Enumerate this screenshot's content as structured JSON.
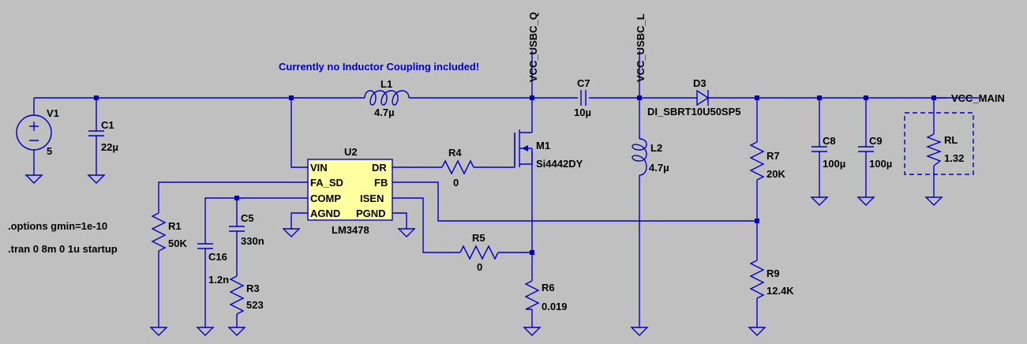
{
  "annotation": "Currently no Inductor Coupling included!",
  "directives": [
    ".options gmin=1e-10",
    ".tran 0 8m 0 1u startup"
  ],
  "nets": {
    "q": "VCC_USBC_Q",
    "l": "VCC_USBC_L",
    "main": "VCC_MAIN"
  },
  "components": {
    "V1": {
      "ref": "V1",
      "value": "5"
    },
    "C1": {
      "ref": "C1",
      "value": "22µ"
    },
    "L1": {
      "ref": "L1",
      "value": "4.7µ"
    },
    "C7": {
      "ref": "C7",
      "value": "10µ"
    },
    "D3": {
      "ref": "D3",
      "value": "DI_SBRT10U50SP5"
    },
    "M1": {
      "ref": "M1",
      "value": "Si4442DY"
    },
    "L2": {
      "ref": "L2",
      "value": "4.7µ"
    },
    "R4": {
      "ref": "R4",
      "value": "0"
    },
    "R5": {
      "ref": "R5",
      "value": "0"
    },
    "R6": {
      "ref": "R6",
      "value": "0.019"
    },
    "R7": {
      "ref": "R7",
      "value": "20K"
    },
    "R9": {
      "ref": "R9",
      "value": "12.4K"
    },
    "C8": {
      "ref": "C8",
      "value": "100µ"
    },
    "C9": {
      "ref": "C9",
      "value": "100µ"
    },
    "RL": {
      "ref": "RL",
      "value": "1.32"
    },
    "R1": {
      "ref": "R1",
      "value": "50K"
    },
    "C5": {
      "ref": "C5",
      "value": "330n"
    },
    "C16": {
      "ref": "C16",
      "value": "1.2n"
    },
    "R3": {
      "ref": "R3",
      "value": "523"
    }
  },
  "ic": {
    "ref": "U2",
    "part": "LM3478",
    "pins": {
      "vin": "VIN",
      "dr": "DR",
      "fa_sd": "FA_SD",
      "fb": "FB",
      "comp": "COMP",
      "isen": "ISEN",
      "agnd": "AGND",
      "pgnd": "PGND"
    }
  }
}
